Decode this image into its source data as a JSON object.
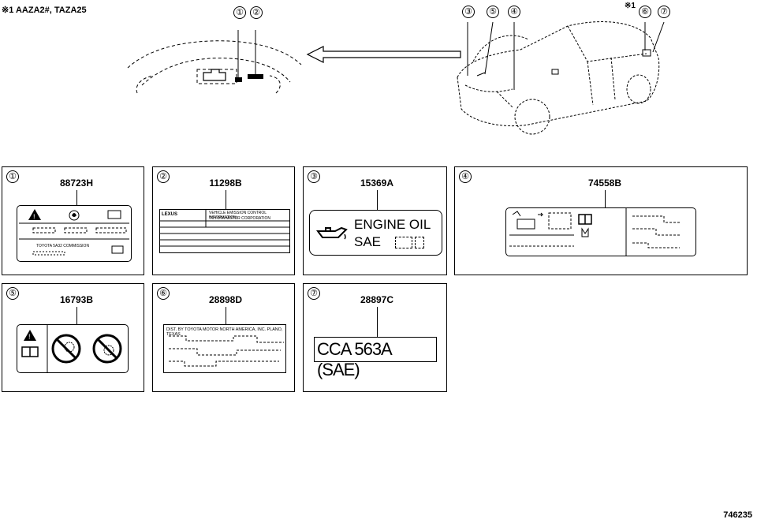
{
  "header_note": "※1 AAZA2#, TAZA25",
  "diagram_id": "746235",
  "car_callouts": [
    {
      "num": "③"
    },
    {
      "num": "⑤"
    },
    {
      "num": "④"
    },
    {
      "num": "⑥"
    },
    {
      "num": "⑦"
    }
  ],
  "car_note_mark": "※1",
  "engine_callouts": [
    {
      "num": "①"
    },
    {
      "num": "②"
    }
  ],
  "panels": [
    {
      "num": "①",
      "part": "88723H"
    },
    {
      "num": "②",
      "part": "11298B"
    },
    {
      "num": "③",
      "part": "15369A"
    },
    {
      "num": "④",
      "part": "74558B"
    },
    {
      "num": "⑤",
      "part": "16793B"
    },
    {
      "num": "⑥",
      "part": "28898D"
    },
    {
      "num": "⑦",
      "part": "28897C"
    }
  ],
  "label1": {
    "text": "TOYOTA  5A32  COMMISSION"
  },
  "label2": {
    "brand": "LEXUS",
    "header1": "VEHICLE EMISSION CONTROL INFORMATION",
    "header2": "TOYOTA  MOTOR  CORPORATION"
  },
  "label3": {
    "line1": "ENGINE  OIL",
    "line2": "SAE"
  },
  "label6": {
    "text": "DIST. BY TOYOTA MOTOR NORTH AMERICA, INC. PLANO, TEXAS"
  },
  "label7": {
    "text": "CCA 563A (SAE)"
  }
}
